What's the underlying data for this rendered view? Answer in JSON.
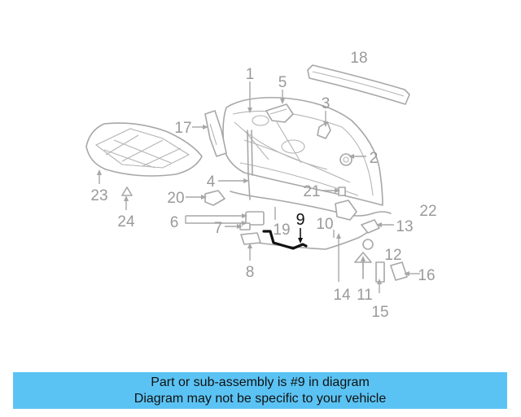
{
  "diagram": {
    "highlighted_part": "9",
    "callouts": [
      "1",
      "2",
      "3",
      "4",
      "5",
      "6",
      "7",
      "8",
      "9",
      "10",
      "11",
      "12",
      "13",
      "14",
      "15",
      "16",
      "17",
      "18",
      "19",
      "20",
      "21",
      "22",
      "23",
      "24"
    ]
  },
  "banner": {
    "line1": "Part or sub-assembly is #9 in diagram",
    "line2": "Diagram may not be specific to your vehicle",
    "background": "#5bc3f4"
  },
  "colors": {
    "part_stroke": "#a7a7a7",
    "label": "#9a9a9a",
    "highlight": "#111111"
  }
}
